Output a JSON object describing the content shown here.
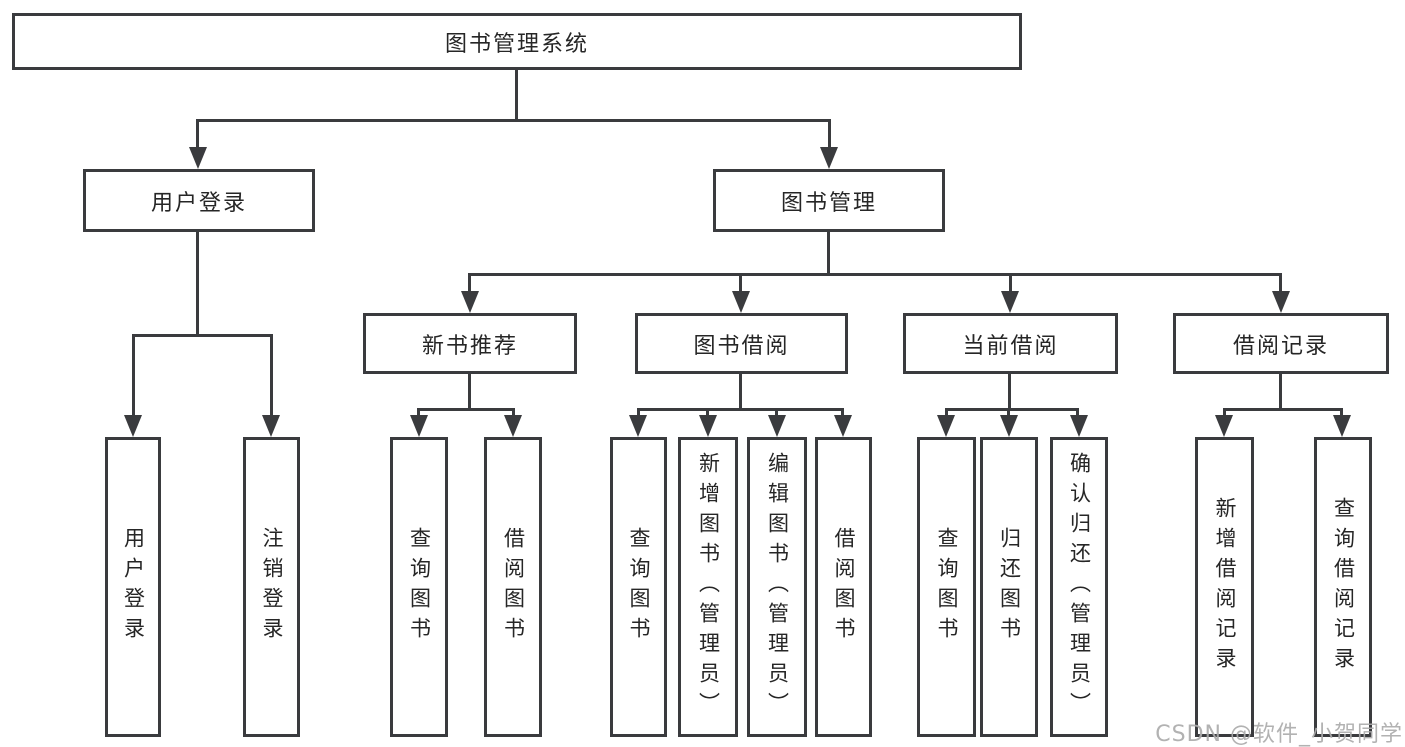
{
  "tree": {
    "label": "图书管理系统",
    "children": [
      {
        "label": "用户登录",
        "children": [
          {
            "label": "用户登录"
          },
          {
            "label": "注销登录"
          }
        ]
      },
      {
        "label": "图书管理",
        "children": [
          {
            "label": "新书推荐",
            "children": [
              {
                "label": "查询图书"
              },
              {
                "label": "借阅图书"
              }
            ]
          },
          {
            "label": "图书借阅",
            "children": [
              {
                "label": "查询图书"
              },
              {
                "label": "新增图书（管理员）"
              },
              {
                "label": "编辑图书（管理员）"
              },
              {
                "label": "借阅图书"
              }
            ]
          },
          {
            "label": "当前借阅",
            "children": [
              {
                "label": "查询图书"
              },
              {
                "label": "归还图书"
              },
              {
                "label": "确认归还（管理员）"
              }
            ]
          },
          {
            "label": "借阅记录",
            "children": [
              {
                "label": "新增借阅记录"
              },
              {
                "label": "查询借阅记录"
              }
            ]
          }
        ]
      }
    ]
  },
  "watermark": {
    "text": "CSDN @软件_小贺同学"
  },
  "colors": {
    "line": "#3a3b3e",
    "text": "#262626",
    "background": "#ffffff",
    "watermark": "#ababab"
  }
}
